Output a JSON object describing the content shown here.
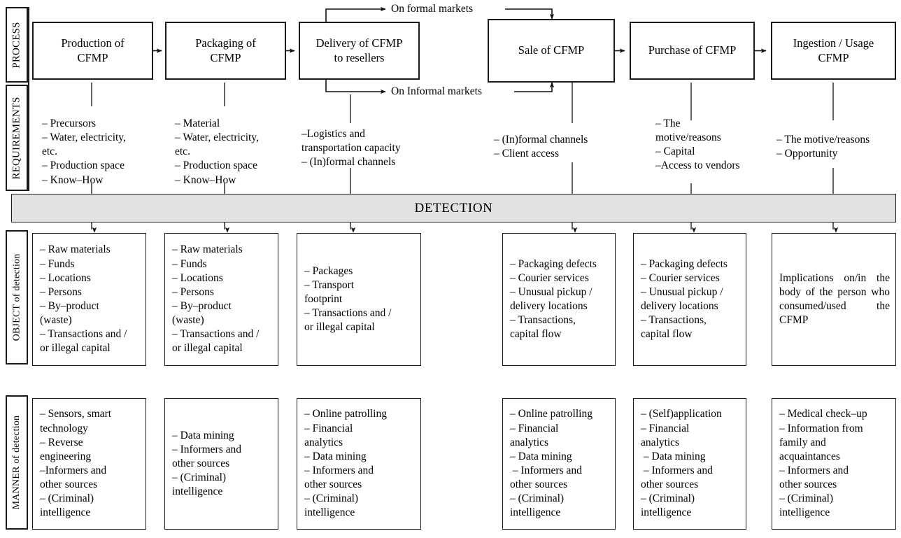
{
  "diagram": {
    "title": "CFMP process, requirements and detection matrix",
    "rails": [
      {
        "id": "process",
        "label": "PROCESS"
      },
      {
        "id": "requirements",
        "label": "REQUIREMENTS"
      },
      {
        "id": "object",
        "label": "OBJECT of detection"
      },
      {
        "id": "manner",
        "label": "MANNER of detection"
      }
    ],
    "detection_band": {
      "label": "DETECTION",
      "color": "#e2e2e2"
    },
    "flow_labels": [
      {
        "id": "formal",
        "text": "On formal markets"
      },
      {
        "id": "informal",
        "text": "On Informal markets"
      }
    ],
    "process_steps": [
      {
        "id": "production",
        "label": "Production of\nCFMP"
      },
      {
        "id": "packaging",
        "label": "Packaging of\nCFMP"
      },
      {
        "id": "delivery",
        "label": "Delivery of CFMP\nto resellers"
      },
      {
        "id": "sale",
        "label": "Sale of CFMP"
      },
      {
        "id": "purchase",
        "label": "Purchase of CFMP"
      },
      {
        "id": "ingestion",
        "label": "Ingestion / Usage\nCFMP"
      }
    ],
    "requirements": [
      {
        "id": "production",
        "lines": "– Precursors\n– Water, electricity,\netc.\n– Production space\n– Know–How"
      },
      {
        "id": "packaging",
        "lines": "– Material\n– Water, electricity,\netc.\n– Production space\n– Know–How"
      },
      {
        "id": "delivery",
        "lines": "–Logistics and\ntransportation capacity\n– (In)formal channels"
      },
      {
        "id": "sale",
        "lines": "– (In)formal channels\n– Client access"
      },
      {
        "id": "purchase",
        "lines": "– The\nmotive/reasons\n– Capital\n–Access to vendors"
      },
      {
        "id": "ingestion",
        "lines": "– The motive/reasons\n– Opportunity"
      }
    ],
    "objects": [
      {
        "id": "production",
        "lines": "– Raw materials\n– Funds\n– Locations\n– Persons\n– By–product\n(waste)\n– Transactions and /\nor illegal capital",
        "justify": false
      },
      {
        "id": "packaging",
        "lines": "– Raw materials\n– Funds\n– Locations\n– Persons\n– By–product\n(waste)\n– Transactions and /\nor illegal capital",
        "justify": false
      },
      {
        "id": "delivery",
        "lines": "– Packages\n– Transport\nfootprint\n– Transactions and /\nor illegal capital",
        "justify": false
      },
      {
        "id": "sale",
        "lines": "– Packaging defects\n– Courier services\n– Unusual pickup /\ndelivery locations\n– Transactions,\ncapital flow",
        "justify": false
      },
      {
        "id": "purchase",
        "lines": "– Packaging defects\n– Courier services\n– Unusual pickup /\ndelivery locations\n– Transactions,\ncapital flow",
        "justify": false
      },
      {
        "id": "ingestion",
        "lines": "Implications on/in the body of the person who consumed/used the CFMP",
        "justify": true
      }
    ],
    "manners": [
      {
        "id": "production",
        "lines": "– Sensors, smart\ntechnology\n– Reverse\nengineering\n–Informers and\nother sources\n– (Criminal)\nintelligence"
      },
      {
        "id": "packaging",
        "lines": "– Data mining\n– Informers and\nother sources\n– (Criminal)\nintelligence"
      },
      {
        "id": "delivery",
        "lines": "– Online patrolling\n– Financial\nanalytics\n– Data mining\n– Informers and\nother sources\n– (Criminal)\nintelligence"
      },
      {
        "id": "sale",
        "lines": "– Online patrolling\n– Financial\nanalytics\n– Data mining\n – Informers and\nother sources\n– (Criminal)\nintelligence"
      },
      {
        "id": "purchase",
        "lines": "– (Self)application\n– Financial\nanalytics\n – Data mining\n – Informers and\nother sources\n– (Criminal)\nintelligence"
      },
      {
        "id": "ingestion",
        "lines": "– Medical check–up\n– Information from\nfamily and\nacquaintances\n– Informers and\nother sources\n– (Criminal)\nintelligence"
      }
    ]
  }
}
